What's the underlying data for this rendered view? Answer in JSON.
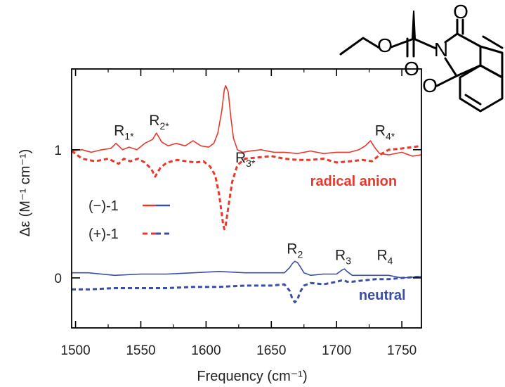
{
  "chart_data": {
    "type": "line",
    "title": "",
    "xlabel": "Frequency (cm⁻¹)",
    "ylabel": "Δε (M⁻¹ cm⁻¹)",
    "xlim": [
      1497,
      1765
    ],
    "ylim": [
      -0.39,
      1.63
    ],
    "grid": false,
    "x_ticks": [
      1500,
      1550,
      1600,
      1650,
      1700,
      1750
    ],
    "x_tick_labels": [
      "1500",
      "1550",
      "1600",
      "1650",
      "1700",
      "1750"
    ],
    "y_ticks": [
      0,
      1
    ],
    "y_tick_labels": [
      "0",
      "1"
    ],
    "legend_position": "center-left",
    "legend": [
      {
        "label": "(−)-1",
        "style": "solid"
      },
      {
        "label": "(+)-1",
        "style": "dashed"
      }
    ],
    "group_labels": [
      {
        "text": "radical anion",
        "color": "#e8382c",
        "x": 1713,
        "y": 0.72
      },
      {
        "text": "neutral",
        "color": "#3a4ea3",
        "x": 1735,
        "y": -0.17
      }
    ],
    "series": [
      {
        "name": "(−)-1 radical anion",
        "color": "#e8382c",
        "style": "solid",
        "x": [
          1497,
          1505,
          1512,
          1520,
          1527,
          1531,
          1536,
          1541,
          1547,
          1553,
          1559,
          1562,
          1566,
          1571,
          1577,
          1584,
          1590,
          1596,
          1602,
          1606,
          1609,
          1612,
          1614,
          1615,
          1617,
          1619,
          1621,
          1624,
          1628,
          1634,
          1642,
          1652,
          1660,
          1670,
          1680,
          1690,
          1700,
          1710,
          1717,
          1722,
          1726,
          1729,
          1733,
          1740,
          1750,
          1758,
          1765
        ],
        "y": [
          0.99,
          1.0,
          0.98,
          1.0,
          1.01,
          1.05,
          1.0,
          1.02,
          1.0,
          1.05,
          1.08,
          1.13,
          1.06,
          1.03,
          1.05,
          1.03,
          1.07,
          1.03,
          1.02,
          1.05,
          1.13,
          1.3,
          1.47,
          1.5,
          1.45,
          1.25,
          1.09,
          1.0,
          0.98,
          0.99,
          1.0,
          0.98,
          0.98,
          0.97,
          0.99,
          0.97,
          0.98,
          0.98,
          1.0,
          1.03,
          1.07,
          1.02,
          0.97,
          0.96,
          0.98,
          0.95,
          0.96
        ]
      },
      {
        "name": "(+)-1 radical anion",
        "color": "#e8382c",
        "style": "dashed",
        "x": [
          1497,
          1505,
          1515,
          1525,
          1533,
          1537,
          1542,
          1548,
          1553,
          1558,
          1561,
          1565,
          1570,
          1578,
          1585,
          1592,
          1598,
          1603,
          1607,
          1610,
          1612,
          1613,
          1614,
          1615,
          1617,
          1620,
          1624,
          1630,
          1640,
          1650,
          1660,
          1670,
          1680,
          1690,
          1700,
          1710,
          1720,
          1727,
          1733,
          1740,
          1750,
          1758,
          1765
        ],
        "y": [
          0.99,
          0.93,
          0.91,
          0.93,
          0.89,
          0.93,
          0.91,
          0.93,
          0.9,
          0.85,
          0.79,
          0.86,
          0.9,
          0.92,
          0.91,
          0.9,
          0.91,
          0.87,
          0.8,
          0.65,
          0.5,
          0.42,
          0.38,
          0.41,
          0.55,
          0.75,
          0.88,
          0.93,
          0.94,
          0.95,
          0.93,
          0.92,
          0.92,
          0.93,
          0.9,
          0.91,
          0.92,
          0.91,
          0.96,
          1.0,
          1.01,
          1.02,
          1.03
        ]
      },
      {
        "name": "(−)-1 neutral",
        "color": "#3a4ea3",
        "style": "solid",
        "x": [
          1497,
          1510,
          1530,
          1550,
          1570,
          1590,
          1610,
          1630,
          1650,
          1660,
          1664,
          1666,
          1668,
          1670,
          1672,
          1675,
          1680,
          1690,
          1700,
          1704,
          1706,
          1708,
          1712,
          1720,
          1730,
          1740,
          1750,
          1765
        ],
        "y": [
          0.04,
          0.04,
          0.02,
          0.03,
          0.03,
          0.04,
          0.05,
          0.04,
          0.04,
          0.04,
          0.08,
          0.11,
          0.13,
          0.12,
          0.09,
          0.04,
          0.02,
          0.03,
          0.03,
          0.06,
          0.07,
          0.05,
          0.02,
          0.02,
          0.02,
          0.02,
          0.0,
          0.01
        ]
      },
      {
        "name": "(+)-1 neutral",
        "color": "#3a4ea3",
        "style": "dashed",
        "x": [
          1497,
          1510,
          1530,
          1550,
          1570,
          1590,
          1610,
          1630,
          1650,
          1660,
          1664,
          1666,
          1668,
          1670,
          1672,
          1675,
          1680,
          1690,
          1700,
          1704,
          1706,
          1708,
          1712,
          1720,
          1730,
          1740,
          1750,
          1765
        ],
        "y": [
          -0.09,
          -0.09,
          -0.08,
          -0.08,
          -0.08,
          -0.07,
          -0.07,
          -0.06,
          -0.06,
          -0.05,
          -0.1,
          -0.16,
          -0.19,
          -0.17,
          -0.11,
          -0.06,
          -0.04,
          -0.05,
          -0.03,
          -0.02,
          -0.02,
          -0.03,
          -0.03,
          -0.02,
          -0.01,
          -0.01,
          0.0,
          0.01
        ]
      }
    ],
    "annotations": [
      {
        "text": "R",
        "sub": "1*",
        "x": 1537,
        "y": 1.11
      },
      {
        "text": "R",
        "sub": "2*",
        "x": 1564,
        "y": 1.19
      },
      {
        "text": "R",
        "sub": "3*",
        "x": 1630,
        "y": 0.9
      },
      {
        "text": "R",
        "sub": "4*",
        "x": 1737,
        "y": 1.11
      },
      {
        "text": "R",
        "sub": "2",
        "x": 1668,
        "y": 0.19
      },
      {
        "text": "R",
        "sub": "3",
        "x": 1705,
        "y": 0.14
      },
      {
        "text": "R",
        "sub": "4",
        "x": 1737,
        "y": 0.14
      }
    ]
  },
  "structure": {
    "atom_labels": [
      "O",
      "O",
      "N",
      "O",
      "O"
    ]
  }
}
